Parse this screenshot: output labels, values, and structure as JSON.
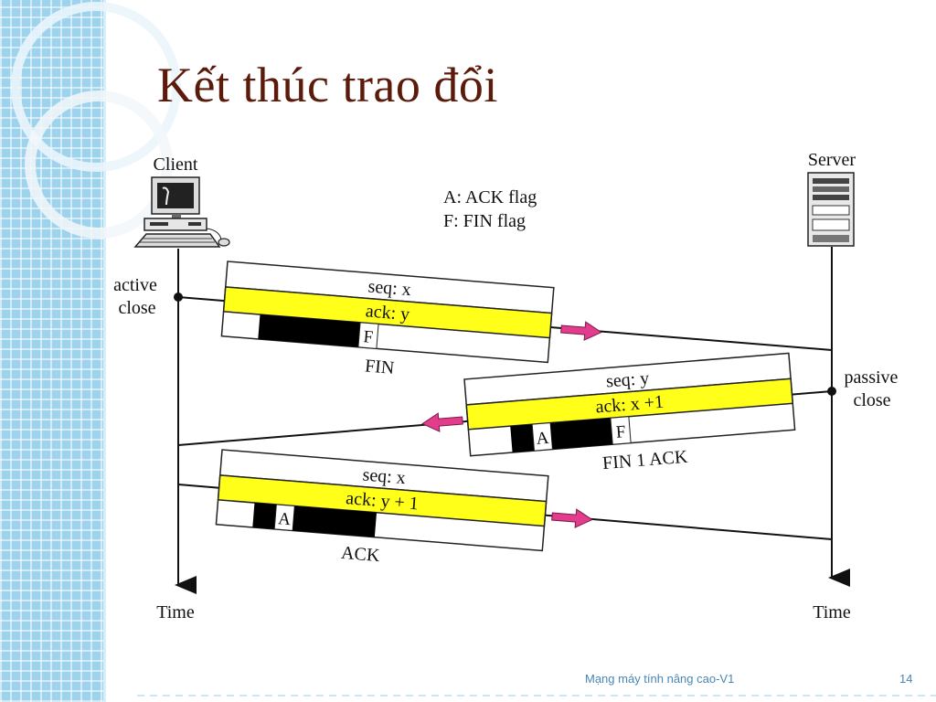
{
  "slide": {
    "title": "Kết thúc trao đổi",
    "footer": "Mạng máy tính nâng cao-V1",
    "page_number": "14"
  },
  "diagram": {
    "client_label": "Client",
    "server_label": "Server",
    "legend": [
      "A: ACK flag",
      "F: FIN flag"
    ],
    "client_event": [
      "active",
      "close"
    ],
    "server_event": [
      "passive",
      "close"
    ],
    "time_left": "Time",
    "time_right": "Time",
    "segments": [
      {
        "seq": "seq: x",
        "ack": "ack: y",
        "flags": [
          "F"
        ],
        "caption": "FIN"
      },
      {
        "seq": "seq: y",
        "ack": "ack: x +1",
        "flags": [
          "A",
          "F"
        ],
        "caption": "FIN 1 ACK"
      },
      {
        "seq": "seq: x",
        "ack": "ack: y + 1",
        "flags": [
          "A"
        ],
        "caption": "ACK"
      }
    ],
    "colors": {
      "highlight": "#ffff1a",
      "arrow": "#e23d8c",
      "title": "#5b1a0a"
    }
  }
}
